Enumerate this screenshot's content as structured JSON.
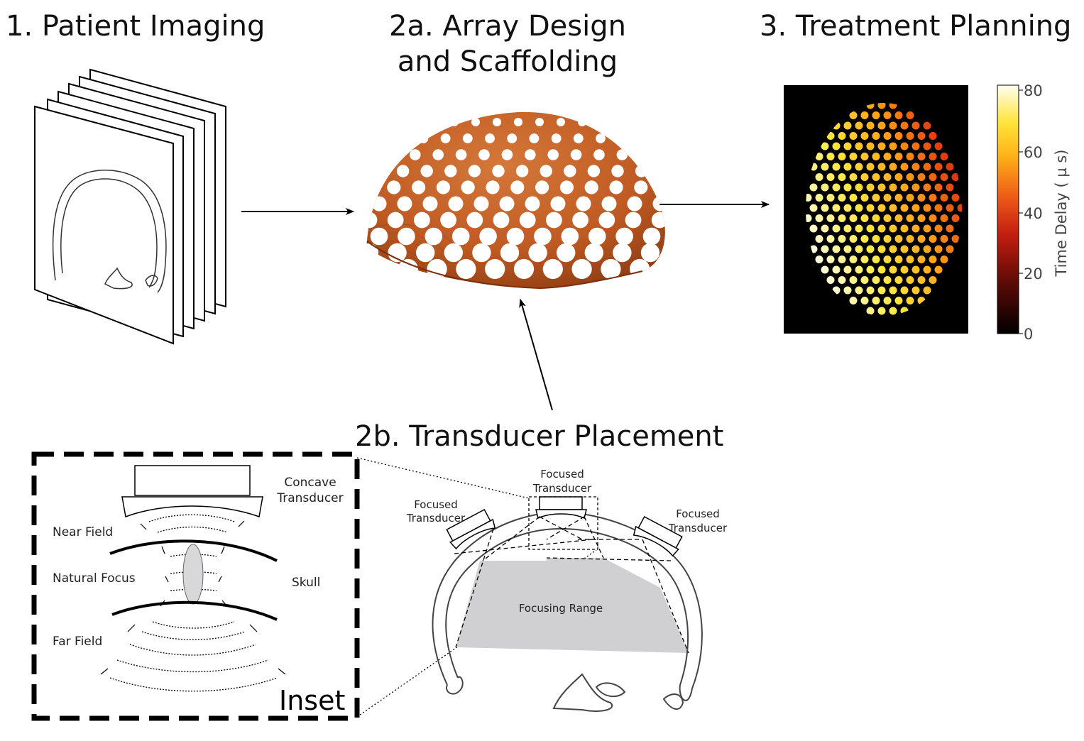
{
  "titles": {
    "step1": "1. Patient Imaging",
    "step2a_line1": "2a. Array Design",
    "step2a_line2": "and Scaffolding",
    "step3": "3. Treatment Planning",
    "step2b": "2b. Transducer Placement"
  },
  "colorbar": {
    "label": "Time Delay (   µ s)",
    "ticks": [
      "80",
      "60",
      "40",
      "20",
      "0"
    ]
  },
  "inset": {
    "title": "Inset",
    "concave_transducer_1": "Concave",
    "concave_transducer_2": "Transducer",
    "near_field": "Near Field",
    "natural_focus": "Natural Focus",
    "skull": "Skull",
    "far_field": "Far Field"
  },
  "placement": {
    "focused_top_1": "Focused",
    "focused_top_2": "Transducer",
    "focused_left_1": "Focused",
    "focused_left_2": "Transducer",
    "focused_right_1": "Focused",
    "focused_right_2": "Transducer",
    "focusing_range": "Focusing Range"
  },
  "colors": {
    "scaffold": "#c8622a",
    "scaffold_dark": "#8a3a12",
    "heat_low": "#000000",
    "heat_mid": "#e03010",
    "heat_high": "#ffe030",
    "focus_gray": "#d0d0d2"
  }
}
